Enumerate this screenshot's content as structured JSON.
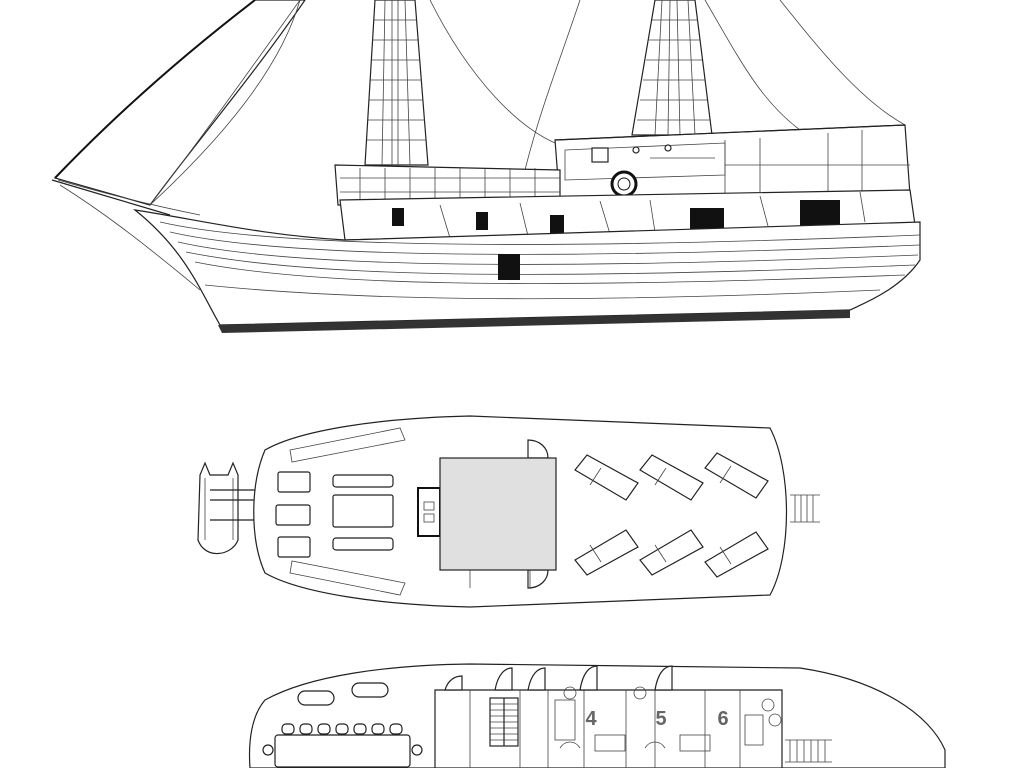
{
  "cabins": [
    {
      "label": "4"
    },
    {
      "label": "5"
    },
    {
      "label": "6"
    }
  ],
  "colors": {
    "line": "#222222",
    "accent_fill": "#e0e0e0",
    "keel": "#333333"
  },
  "icons": [
    "ship-side-view",
    "upper-deck-plan",
    "lower-deck-plan",
    "life-ring-icon",
    "tender-dinghy-icon",
    "ladder-icon"
  ]
}
